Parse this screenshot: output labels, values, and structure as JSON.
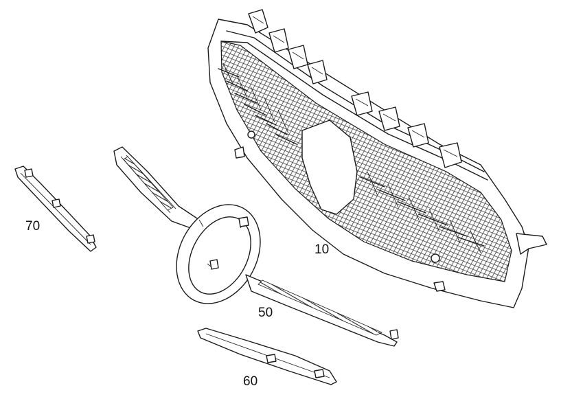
{
  "diagram": {
    "callouts": [
      {
        "id": "grille",
        "label": "10"
      },
      {
        "id": "surround",
        "label": "50"
      },
      {
        "id": "lower-strip",
        "label": "60"
      },
      {
        "id": "side-strip",
        "label": "70"
      }
    ]
  },
  "colors": {
    "line": "#1a1a1a",
    "background": "#ffffff"
  }
}
